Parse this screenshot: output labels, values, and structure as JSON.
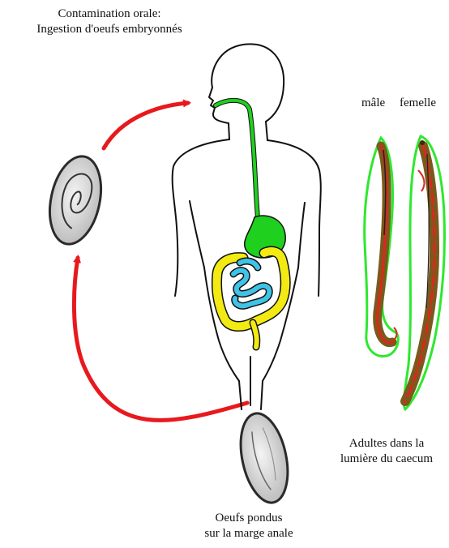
{
  "labels": {
    "oral_line1": "Contamination orale:",
    "oral_line2": "Ingestion d'oeufs embryonnés",
    "male": "mâle",
    "female": "femelle",
    "adults_line1": "Adultes dans la",
    "adults_line2": "lumière du caecum",
    "eggs_line1": "Oeufs pondus",
    "eggs_line2": "sur la marge anale"
  },
  "colors": {
    "arrow": "#e8191d",
    "esophagus_stomach": "#1fd01f",
    "colon": "#f2ea12",
    "small_intestine": "#3fc3e6",
    "worm_outline": "#2ee82e",
    "worm_body": "#7a5a1c",
    "worm_red": "#d9281e",
    "egg_shell": "#2a2a2a",
    "egg_fill": "#dedede"
  }
}
